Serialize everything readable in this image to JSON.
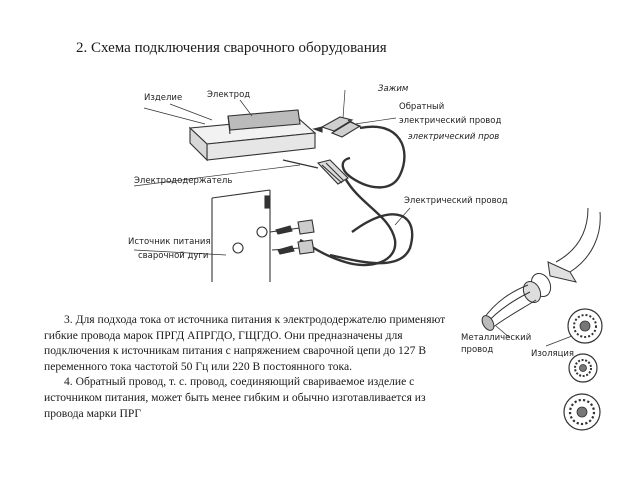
{
  "title": "2. Схема подключения сварочного оборудования",
  "diagram_labels": {
    "workpiece": "Изделие",
    "electrode": "Электрод",
    "clamp": "Зажим",
    "return_wire_1": "Обратный",
    "return_wire_2": "электрический провод",
    "return_wire_3": "электрический пров",
    "holder": "Электрододержатель",
    "power_source_1": "Источник питания",
    "power_source_2": "сварочной дуги",
    "wire": "Электрический провод"
  },
  "cable_labels": {
    "metal_1": "Металлический",
    "metal_2": "провод",
    "insulation": "Изоляция"
  },
  "paragraphs": [
    "3. Для подхода тока от источника питания к электрододержателю применяют гибкие провода марок ПРГД АПРГДО, ГЩГДО. Они предназначены для подключения к источникам питания с напряжением сварочной цепи до 127 В переменного тока частотой 50 Гц или 220 В постоянного тока.",
    "4. Обратный провод, т. с. провод, соединяющий свариваемое изделие с источником питания, может быть менее гибким и обычно изготавливается из провода марки ПРГ"
  ]
}
